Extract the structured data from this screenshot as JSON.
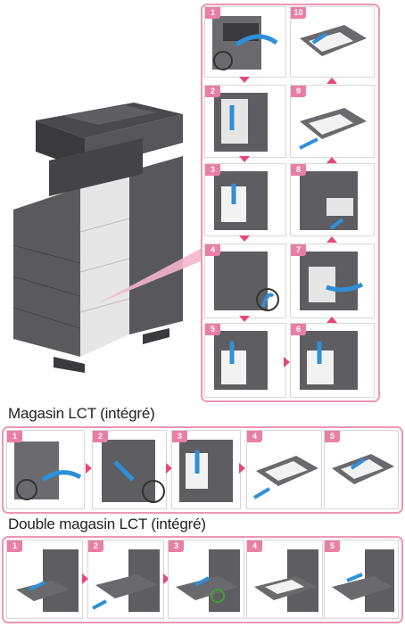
{
  "sections": {
    "bypass_steps": [
      "1",
      "2",
      "3",
      "4",
      "5",
      "6",
      "7",
      "8",
      "9",
      "10"
    ],
    "lct_internal": {
      "title": "Magasin LCT (intégré)",
      "steps": [
        "1",
        "2",
        "3",
        "4",
        "5"
      ]
    },
    "double_lct": {
      "title": "Double magasin LCT (intégré)",
      "steps": [
        "1",
        "2",
        "3",
        "4",
        "5"
      ]
    }
  },
  "colors": {
    "accent": "#e2497f",
    "frame": "#ee97b6",
    "badge": "#e97fa5",
    "action_arrow": "#2f8fd8"
  }
}
